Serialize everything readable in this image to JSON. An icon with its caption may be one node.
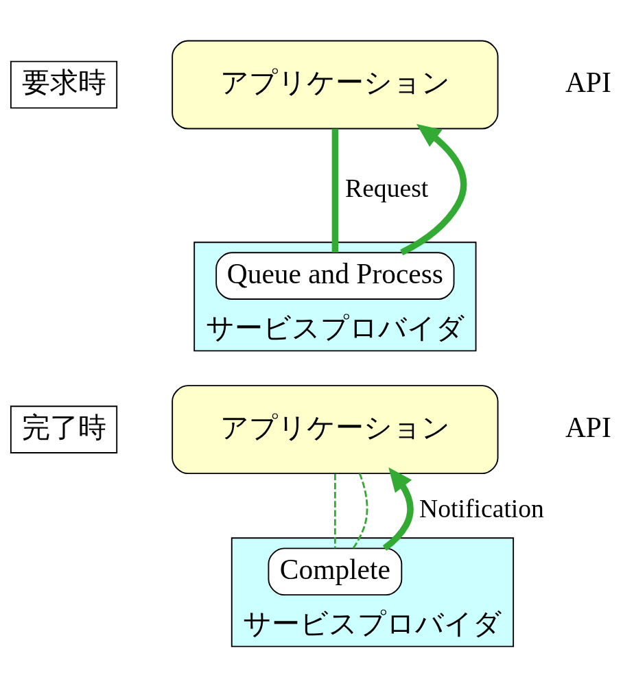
{
  "diagram": {
    "nodes": [
      {
        "text": [
          "要求時"
        ]
      },
      {
        "text": [
          "アプリケーション"
        ]
      },
      {
        "text": [
          "サービスプロバイダ"
        ]
      },
      {
        "text": [
          "Queue and Process"
        ],
        "in": 2
      },
      {
        "text": [
          "完了時"
        ]
      },
      {
        "text": [
          "アプリケーション"
        ]
      },
      {
        "text": [
          "サービスプロバイダ"
        ]
      },
      {
        "text": [
          "Complete"
        ],
        "in": 6
      }
    ],
    "edges": [
      {
        "from": 1,
        "to": 3,
        "arrow": "none",
        "label": "Request"
      },
      {
        "from": 3,
        "to": 1,
        "arrow": "to"
      },
      {
        "from": 5,
        "to": 7,
        "arrow": "none",
        "style": "dashed"
      },
      {
        "from": 7,
        "to": 5,
        "arrow": "none",
        "style": "dashed"
      },
      {
        "from": 7,
        "to": 5,
        "arrow": "to",
        "label": "Notification"
      }
    ],
    "labels": [
      "API",
      "API"
    ]
  }
}
